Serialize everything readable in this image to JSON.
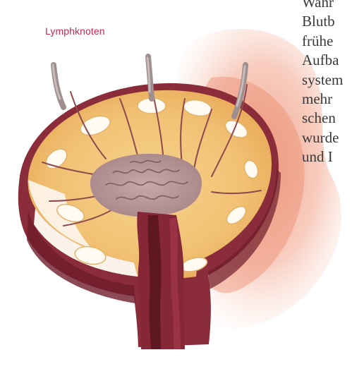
{
  "caption": {
    "label": "Lymphknoten"
  },
  "text_fragment": {
    "lines": [
      "Wahr",
      "Blutb",
      "frühe",
      "Aufba",
      "system",
      "mehr",
      "schen",
      "wurde",
      "und I"
    ]
  },
  "colors": {
    "label": "#c8284f",
    "text": "#3a3a3a",
    "wash": "#f0a48c",
    "node_yellow": "#f2c57a",
    "node_dark": "#7a2430",
    "vessel_gray": "#9a8a8a"
  }
}
